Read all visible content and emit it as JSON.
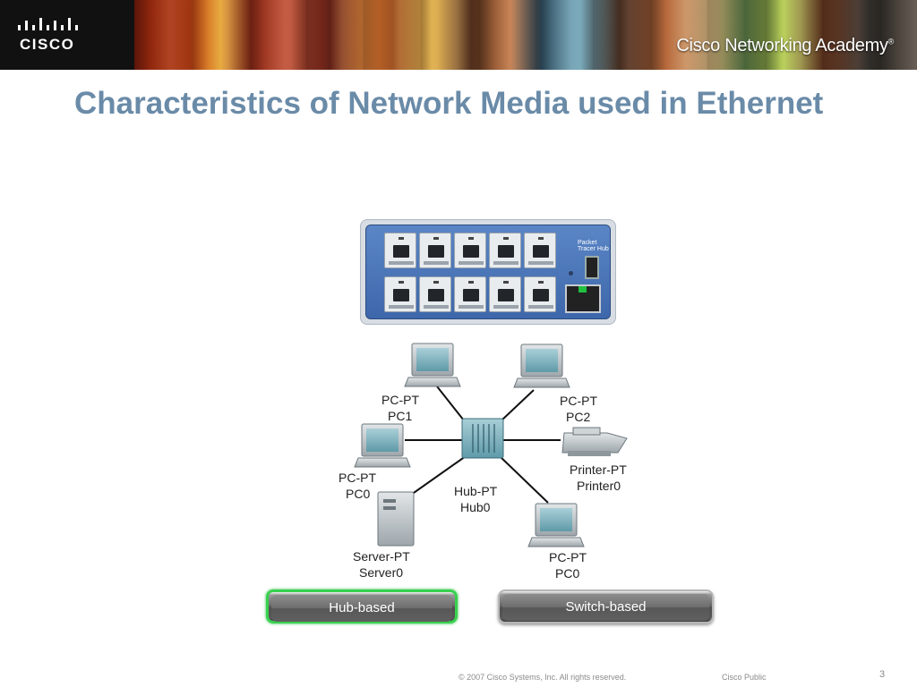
{
  "header": {
    "logo_text": "CISCO",
    "academy_brand": "Cisco",
    "academy_name": "Networking Academy",
    "trademark": "®"
  },
  "slide": {
    "title": "Characteristics of Network Media used in Ethernet"
  },
  "hub_image": {
    "device_name": "Packet Tracer Hub"
  },
  "diagram": {
    "nodes": [
      {
        "type": "PC-PT",
        "name": "PC1"
      },
      {
        "type": "PC-PT",
        "name": "PC2"
      },
      {
        "type": "PC-PT",
        "name": "PC0"
      },
      {
        "type": "Hub-PT",
        "name": "Hub0"
      },
      {
        "type": "Printer-PT",
        "name": "Printer0"
      },
      {
        "type": "Server-PT",
        "name": "Server0"
      },
      {
        "type": "PC-PT",
        "name": "PC0"
      }
    ]
  },
  "buttons": {
    "hub_based": "Hub-based",
    "switch_based": "Switch-based"
  },
  "footer": {
    "copyright": "© 2007 Cisco Systems, Inc. All rights reserved.",
    "classification": "Cisco Public",
    "page_number": "3"
  },
  "colors": {
    "title": "#6a8ba8",
    "active_button_border": "#38d14f"
  }
}
